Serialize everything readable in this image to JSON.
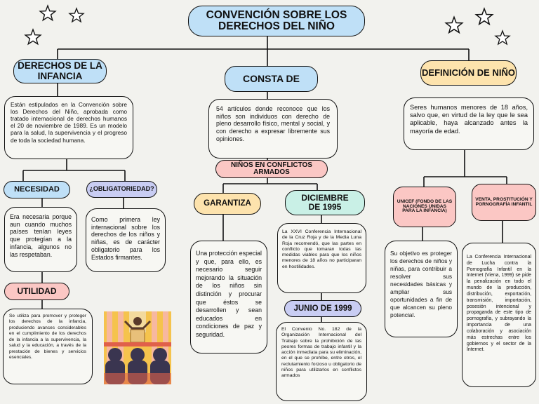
{
  "title": "CONVENCIÓN SOBRE LOS DERECHOS DEL NIÑO",
  "colors": {
    "blue": "#bfe0f7",
    "yellow": "#fde3ad",
    "pink": "#fbc7c4",
    "mint": "#c9f0e6",
    "lavender": "#c9cdf3",
    "background": "#f2f2ee"
  },
  "left": {
    "header": "DERECHOS DE LA INFANCIA",
    "description": "Están estipulados en la Convención sobre los Derechos del Niño, aprobada como tratado internacional de derechos humanos el 20 de noviembre de 1989. Es un modelo para la salud, la supervivencia y el progreso de toda la sociedad humana.",
    "necesidad": {
      "label": "NECESIDAD",
      "text": "Era necesaria porque aun cuando muchos países tenían leyes que protegían a la infancia, algunos no las respetaban."
    },
    "obligatoriedad": {
      "label": "¿OBLIGATORIEDAD?",
      "text": "Como primera ley internacional sobre los derechos de los niños y niñas, es de carácter obligatorio para los Estados firmantes."
    },
    "utilidad": {
      "label": "UTILIDAD",
      "text": "Se utiliza para promover y proteger los derechos de la infancia, produciendo avances considerables en el cumplimiento de los derechos de la infancia a la supervivencia, la salud y la educación, a través de la prestación de bienes y servicios esenciales."
    }
  },
  "center": {
    "header": "CONSTA DE",
    "description": "54 artículos donde reconoce que los niños son individuos con derecho de pleno desarrollo físico, mental y social, y con derecho a expresar libremente sus opiniones.",
    "conflict": "NIÑOS EN CONFLICTOS ARMADOS",
    "garantiza": {
      "label": "GARANTIZA",
      "text": "Una protección especial y que, para ello, es necesario seguir mejorando la situación de los niños sin distinción y procurar que éstos se desarrollen y sean educados en condiciones de paz y seguridad."
    },
    "diciembre": {
      "label": "DICIEMBRE DE 1995",
      "text": "La XXVI Conferencia Internacional de la Cruz Roja y de la Media Luna Roja recomendó, que las partes en conflicto que tomaran todas las medidas viables para que los niños menores de 18 años no participaran en hostilidades."
    },
    "junio": {
      "label": "JUNIO DE 1999",
      "text": "El Convenio No. 182 de la Organización Internacional del Trabajo sobre la prohibición de las peores formas de trabajo infantil y la acción inmediata para su eliminación, en el que se prohíbe, entre otros, el reclutamiento forzoso u obligatorio de niños para utilizarlos en conflictos armados"
    }
  },
  "right": {
    "header": "DEFINICIÓN DE NIÑO",
    "description": "Seres humanos menores de 18 años, salvo que, en virtud de la ley que le sea aplicable, haya alcanzado antes la mayoría de edad.",
    "unicef": {
      "label": "UNICEF (FONDO DE LAS NACIONES UNIDAS PARA LA INFANCIA)",
      "text": "Su objetivo es proteger los derechos de niños y niñas, para contribuir a resolver sus necesidades básicas y ampliar sus oportunidades a fin de que alcancen su pleno potencial."
    },
    "venta": {
      "label": "VENTA, PROSTITUCIÓN Y PORNOGRAFÍA INFANTIL",
      "text": "La Conferencia Internacional de Lucha contra la Pornografía Infantil en la Internet (Viena, 1999) se pide la penalización en todo el mundo de la producción, distribución, exportación, transmisión, importación, posesión intencional y propaganda de este tipo de pornografía, y subrayando la importancia de una colaboración y asociación más estrechas entre los gobiernos y el sector de la Internet."
    }
  },
  "icons": [
    "star-icon",
    "speaker-audience-illustration"
  ]
}
